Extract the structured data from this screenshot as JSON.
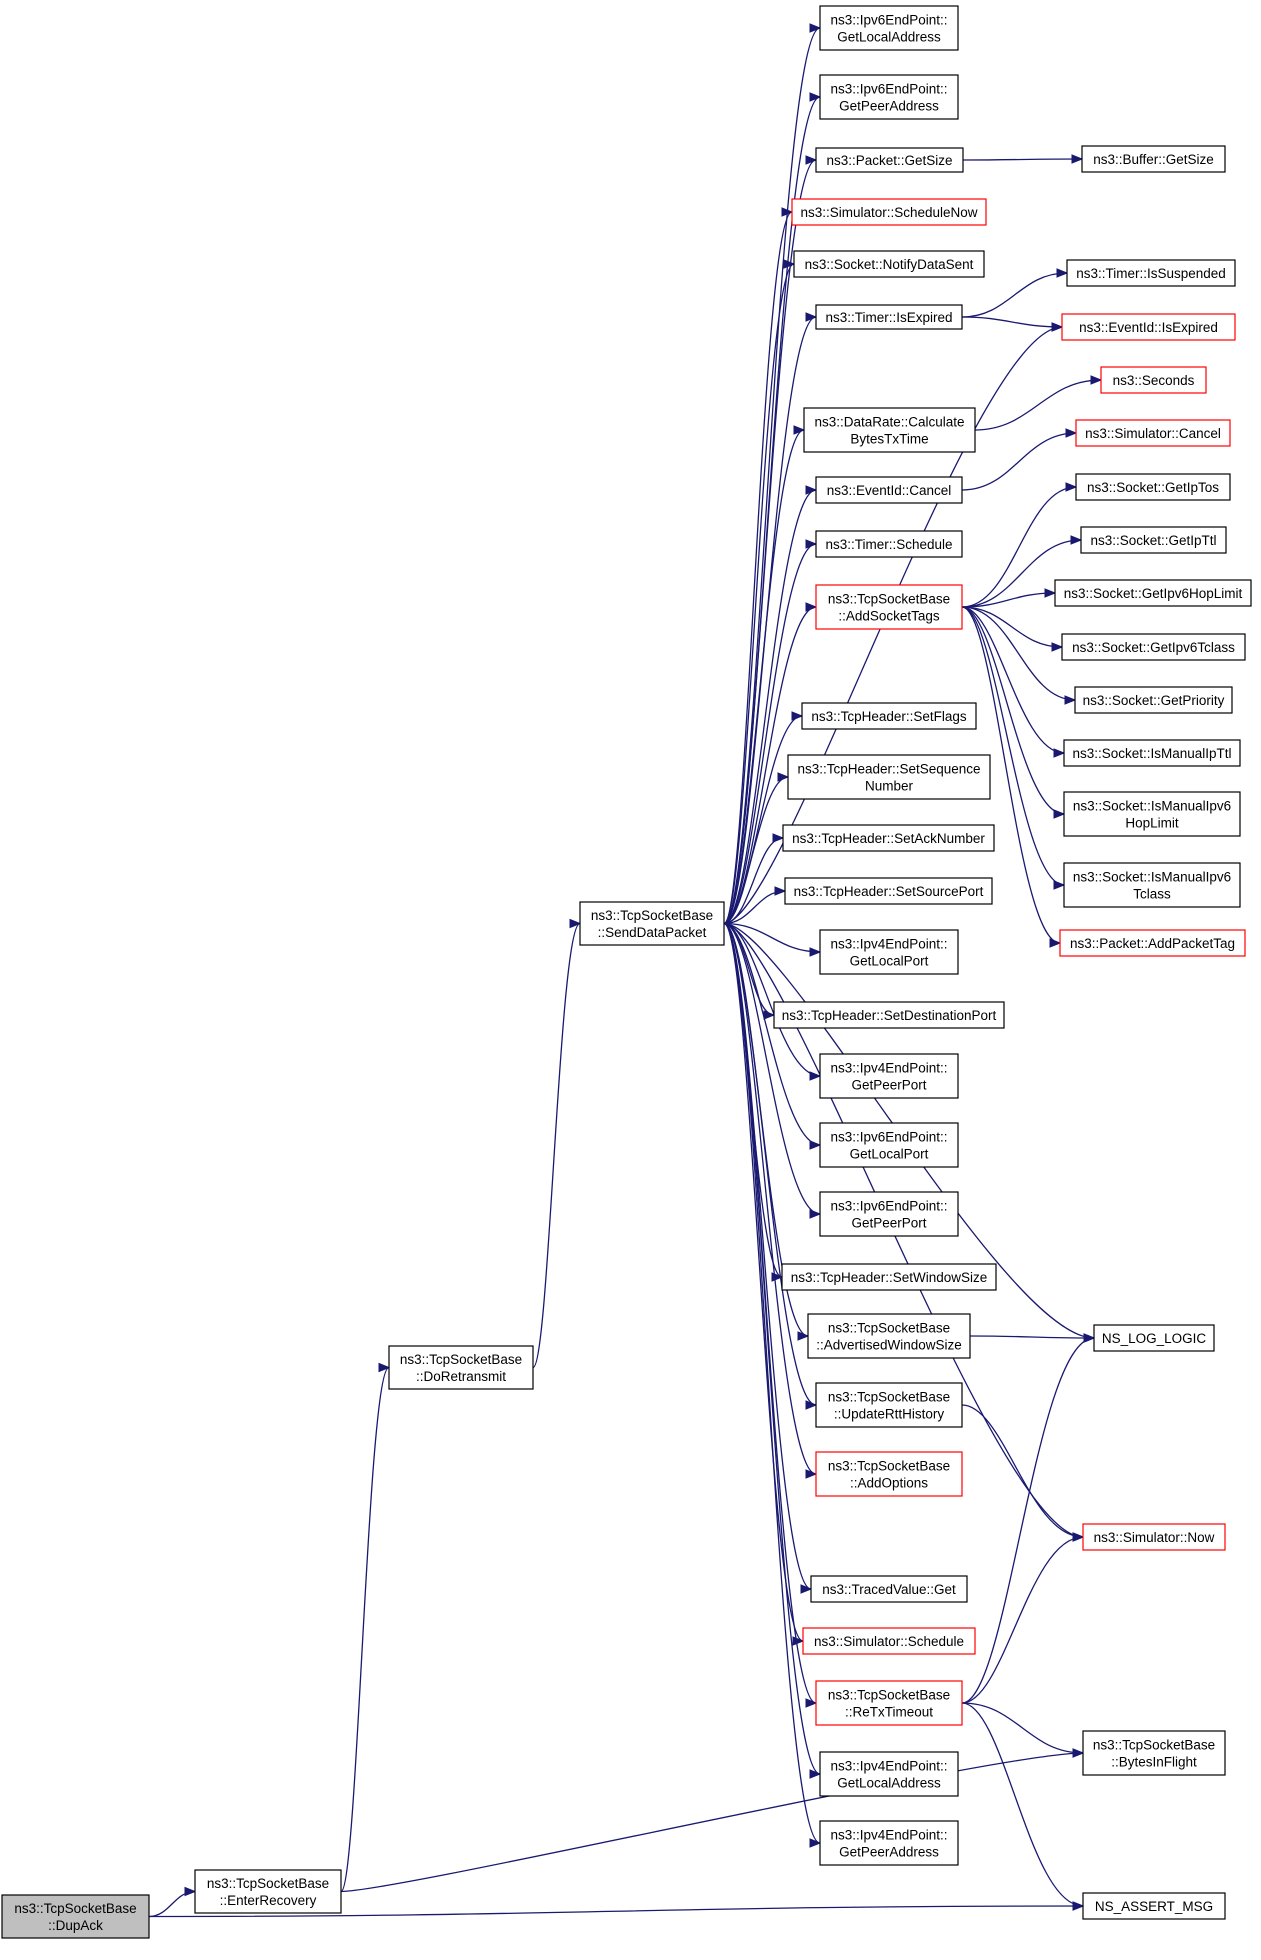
{
  "nodes": [
    {
      "id": "dupack",
      "lines": [
        "ns3::TcpSocketBase",
        "::DupAck"
      ],
      "style": "root"
    },
    {
      "id": "enterrecovery",
      "lines": [
        "ns3::TcpSocketBase",
        "::EnterRecovery"
      ],
      "style": "normal"
    },
    {
      "id": "doretransmit",
      "lines": [
        "ns3::TcpSocketBase",
        "::DoRetransmit"
      ],
      "style": "normal"
    },
    {
      "id": "senddatapacket",
      "lines": [
        "ns3::TcpSocketBase",
        "::SendDataPacket"
      ],
      "style": "normal"
    },
    {
      "id": "ipv6localaddr",
      "lines": [
        "ns3::Ipv6EndPoint::",
        "GetLocalAddress"
      ],
      "style": "normal"
    },
    {
      "id": "ipv6peeraddr",
      "lines": [
        "ns3::Ipv6EndPoint::",
        "GetPeerAddress"
      ],
      "style": "normal"
    },
    {
      "id": "packetgetsize",
      "lines": [
        "ns3::Packet::GetSize"
      ],
      "style": "normal"
    },
    {
      "id": "buffergetsize",
      "lines": [
        "ns3::Buffer::GetSize"
      ],
      "style": "normal"
    },
    {
      "id": "schedulenow",
      "lines": [
        "ns3::Simulator::ScheduleNow"
      ],
      "style": "red"
    },
    {
      "id": "notifydatasent",
      "lines": [
        "ns3::Socket::NotifyDataSent"
      ],
      "style": "normal"
    },
    {
      "id": "timerisexpired",
      "lines": [
        "ns3::Timer::IsExpired"
      ],
      "style": "normal"
    },
    {
      "id": "timerissuspended",
      "lines": [
        "ns3::Timer::IsSuspended"
      ],
      "style": "normal"
    },
    {
      "id": "eventidisexpired",
      "lines": [
        "ns3::EventId::IsExpired"
      ],
      "style": "red"
    },
    {
      "id": "seconds",
      "lines": [
        "ns3::Seconds"
      ],
      "style": "red"
    },
    {
      "id": "datarate",
      "lines": [
        "ns3::DataRate::Calculate",
        "BytesTxTime"
      ],
      "style": "normal"
    },
    {
      "id": "simcancel",
      "lines": [
        "ns3::Simulator::Cancel"
      ],
      "style": "red"
    },
    {
      "id": "eventidcancel",
      "lines": [
        "ns3::EventId::Cancel"
      ],
      "style": "normal"
    },
    {
      "id": "getiptos",
      "lines": [
        "ns3::Socket::GetIpTos"
      ],
      "style": "normal"
    },
    {
      "id": "timerschedule",
      "lines": [
        "ns3::Timer::Schedule"
      ],
      "style": "normal"
    },
    {
      "id": "getipttl",
      "lines": [
        "ns3::Socket::GetIpTtl"
      ],
      "style": "normal"
    },
    {
      "id": "addsockettags",
      "lines": [
        "ns3::TcpSocketBase",
        "::AddSocketTags"
      ],
      "style": "red"
    },
    {
      "id": "getipv6hoplimit",
      "lines": [
        "ns3::Socket::GetIpv6HopLimit"
      ],
      "style": "normal"
    },
    {
      "id": "getipv6tclass",
      "lines": [
        "ns3::Socket::GetIpv6Tclass"
      ],
      "style": "normal"
    },
    {
      "id": "getpriority",
      "lines": [
        "ns3::Socket::GetPriority"
      ],
      "style": "normal"
    },
    {
      "id": "setflags",
      "lines": [
        "ns3::TcpHeader::SetFlags"
      ],
      "style": "normal"
    },
    {
      "id": "ismanualipttl",
      "lines": [
        "ns3::Socket::IsManualIpTtl"
      ],
      "style": "normal"
    },
    {
      "id": "setseqnum",
      "lines": [
        "ns3::TcpHeader::SetSequence",
        "Number"
      ],
      "style": "normal"
    },
    {
      "id": "ismanualipv6hop",
      "lines": [
        "ns3::Socket::IsManualIpv6",
        "HopLimit"
      ],
      "style": "normal"
    },
    {
      "id": "setacknumber",
      "lines": [
        "ns3::TcpHeader::SetAckNumber"
      ],
      "style": "normal"
    },
    {
      "id": "ismanualipv6tclass",
      "lines": [
        "ns3::Socket::IsManualIpv6",
        "Tclass"
      ],
      "style": "normal"
    },
    {
      "id": "setsourceport",
      "lines": [
        "ns3::TcpHeader::SetSourcePort"
      ],
      "style": "normal"
    },
    {
      "id": "addpackettag",
      "lines": [
        "ns3::Packet::AddPacketTag"
      ],
      "style": "red"
    },
    {
      "id": "ipv4localport",
      "lines": [
        "ns3::Ipv4EndPoint::",
        "GetLocalPort"
      ],
      "style": "normal"
    },
    {
      "id": "setdestport",
      "lines": [
        "ns3::TcpHeader::SetDestinationPort"
      ],
      "style": "normal"
    },
    {
      "id": "ipv4peerport",
      "lines": [
        "ns3::Ipv4EndPoint::",
        "GetPeerPort"
      ],
      "style": "normal"
    },
    {
      "id": "ipv6localport",
      "lines": [
        "ns3::Ipv6EndPoint::",
        "GetLocalPort"
      ],
      "style": "normal"
    },
    {
      "id": "ipv6peerport",
      "lines": [
        "ns3::Ipv6EndPoint::",
        "GetPeerPort"
      ],
      "style": "normal"
    },
    {
      "id": "setwindowsize",
      "lines": [
        "ns3::TcpHeader::SetWindowSize"
      ],
      "style": "normal"
    },
    {
      "id": "advwinsize",
      "lines": [
        "ns3::TcpSocketBase",
        "::AdvertisedWindowSize"
      ],
      "style": "normal"
    },
    {
      "id": "nsloglogic",
      "lines": [
        "NS_LOG_LOGIC"
      ],
      "style": "normal"
    },
    {
      "id": "updatertt",
      "lines": [
        "ns3::TcpSocketBase",
        "::UpdateRttHistory"
      ],
      "style": "normal"
    },
    {
      "id": "addoptions",
      "lines": [
        "ns3::TcpSocketBase",
        "::AddOptions"
      ],
      "style": "red"
    },
    {
      "id": "simnow",
      "lines": [
        "ns3::Simulator::Now"
      ],
      "style": "red"
    },
    {
      "id": "tracedget",
      "lines": [
        "ns3::TracedValue::Get"
      ],
      "style": "normal"
    },
    {
      "id": "simschedule",
      "lines": [
        "ns3::Simulator::Schedule"
      ],
      "style": "red"
    },
    {
      "id": "retxtimeout",
      "lines": [
        "ns3::TcpSocketBase",
        "::ReTxTimeout"
      ],
      "style": "red"
    },
    {
      "id": "bytesinflight",
      "lines": [
        "ns3::TcpSocketBase",
        "::BytesInFlight"
      ],
      "style": "normal"
    },
    {
      "id": "ipv4localaddr",
      "lines": [
        "ns3::Ipv4EndPoint::",
        "GetLocalAddress"
      ],
      "style": "normal"
    },
    {
      "id": "ipv4peeraddr",
      "lines": [
        "ns3::Ipv4EndPoint::",
        "GetPeerAddress"
      ],
      "style": "normal"
    },
    {
      "id": "nsassertmsg",
      "lines": [
        "NS_ASSERT_MSG"
      ],
      "style": "normal"
    }
  ],
  "edges": [
    [
      "dupack",
      "enterrecovery"
    ],
    [
      "dupack",
      "nsassertmsg"
    ],
    [
      "enterrecovery",
      "doretransmit"
    ],
    [
      "enterrecovery",
      "bytesinflight"
    ],
    [
      "doretransmit",
      "senddatapacket"
    ],
    [
      "senddatapacket",
      "ipv6localaddr"
    ],
    [
      "senddatapacket",
      "ipv6peeraddr"
    ],
    [
      "senddatapacket",
      "packetgetsize"
    ],
    [
      "senddatapacket",
      "schedulenow"
    ],
    [
      "senddatapacket",
      "notifydatasent"
    ],
    [
      "senddatapacket",
      "timerisexpired"
    ],
    [
      "senddatapacket",
      "eventidisexpired"
    ],
    [
      "senddatapacket",
      "datarate"
    ],
    [
      "senddatapacket",
      "eventidcancel"
    ],
    [
      "senddatapacket",
      "timerschedule"
    ],
    [
      "senddatapacket",
      "addsockettags"
    ],
    [
      "senddatapacket",
      "nsloglogic"
    ],
    [
      "senddatapacket",
      "setflags"
    ],
    [
      "senddatapacket",
      "setseqnum"
    ],
    [
      "senddatapacket",
      "setacknumber"
    ],
    [
      "senddatapacket",
      "setsourceport"
    ],
    [
      "senddatapacket",
      "ipv4localport"
    ],
    [
      "senddatapacket",
      "setdestport"
    ],
    [
      "senddatapacket",
      "ipv4peerport"
    ],
    [
      "senddatapacket",
      "ipv6localport"
    ],
    [
      "senddatapacket",
      "ipv6peerport"
    ],
    [
      "senddatapacket",
      "setwindowsize"
    ],
    [
      "senddatapacket",
      "advwinsize"
    ],
    [
      "senddatapacket",
      "updatertt"
    ],
    [
      "senddatapacket",
      "addoptions"
    ],
    [
      "senddatapacket",
      "simnow"
    ],
    [
      "senddatapacket",
      "tracedget"
    ],
    [
      "senddatapacket",
      "simschedule"
    ],
    [
      "senddatapacket",
      "retxtimeout"
    ],
    [
      "senddatapacket",
      "ipv4localaddr"
    ],
    [
      "senddatapacket",
      "ipv4peeraddr"
    ],
    [
      "packetgetsize",
      "buffergetsize"
    ],
    [
      "timerisexpired",
      "timerissuspended"
    ],
    [
      "timerisexpired",
      "eventidisexpired"
    ],
    [
      "datarate",
      "seconds"
    ],
    [
      "eventidcancel",
      "simcancel"
    ],
    [
      "addsockettags",
      "getiptos"
    ],
    [
      "addsockettags",
      "getipttl"
    ],
    [
      "addsockettags",
      "getipv6hoplimit"
    ],
    [
      "addsockettags",
      "getipv6tclass"
    ],
    [
      "addsockettags",
      "getpriority"
    ],
    [
      "addsockettags",
      "ismanualipttl"
    ],
    [
      "addsockettags",
      "ismanualipv6hop"
    ],
    [
      "addsockettags",
      "ismanualipv6tclass"
    ],
    [
      "addsockettags",
      "addpackettag"
    ],
    [
      "advwinsize",
      "nsloglogic"
    ],
    [
      "updatertt",
      "simnow"
    ],
    [
      "retxtimeout",
      "nsloglogic"
    ],
    [
      "retxtimeout",
      "simnow"
    ],
    [
      "retxtimeout",
      "bytesinflight"
    ],
    [
      "retxtimeout",
      "nsassertmsg"
    ]
  ]
}
